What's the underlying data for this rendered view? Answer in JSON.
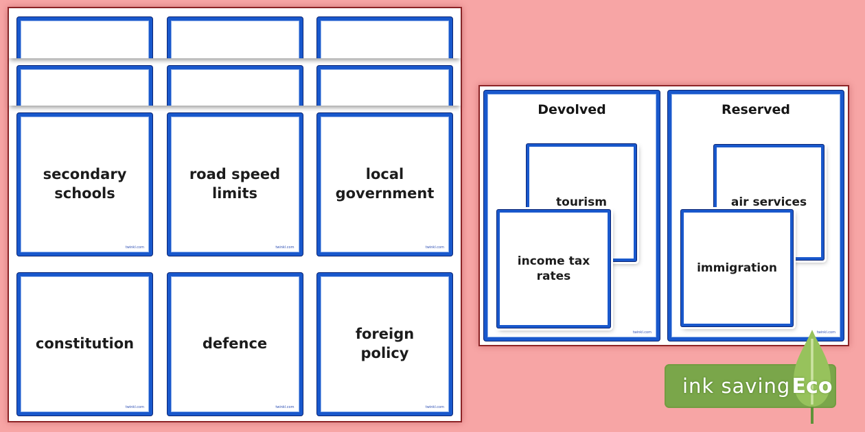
{
  "colors": {
    "background_pink": "#f7a5a5",
    "card_border_blue": "#1958cc",
    "card_border_navy_edge": "#0b2472",
    "page_edge_red": "#8c2326",
    "eco_badge_green": "#7aa64a",
    "eco_leaf_green": "#97c25c"
  },
  "left_pages": {
    "blank_strip_pages": 2,
    "blank_cards_per_strip": 3,
    "row1": [
      "secondary schools",
      "road speed limits",
      "local government"
    ],
    "row2": [
      "constitution",
      "defence",
      "foreign policy"
    ]
  },
  "sorting_page": {
    "groups": [
      {
        "title": "Devolved",
        "back_card": "tourism",
        "front_card": "income tax rates"
      },
      {
        "title": "Reserved",
        "back_card": "air services",
        "front_card": "immigration"
      }
    ]
  },
  "watermark": "twinkl.com",
  "eco_badge": {
    "label": "ink saving",
    "name": "Eco"
  }
}
